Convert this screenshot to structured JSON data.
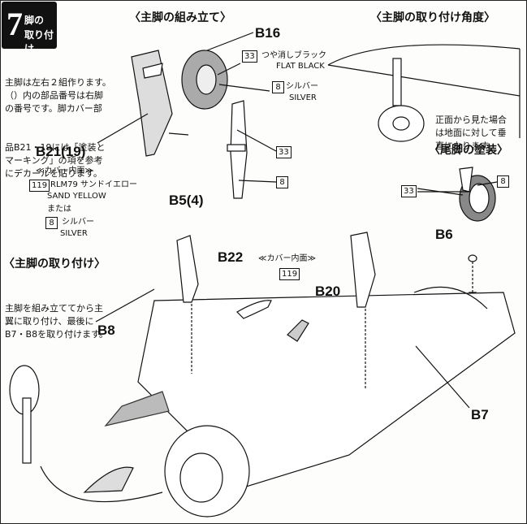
{
  "step": {
    "number": "7",
    "title_line1": "脚の",
    "title_line2": "取り付け"
  },
  "sections": {
    "main_gear_assembly": "〈主脚の組み立て〉",
    "main_gear_angle": "〈主脚の取り付け角度〉",
    "tail_wheel_paint": "〈尾脚の塗装〉",
    "main_gear_install": "〈主脚の取り付け〉"
  },
  "notes": {
    "assembly": [
      "主脚は左右２組作ります。",
      "（）内の部品番号は右脚",
      "の番号です。脚カバー部",
      "品B21・19には「塗装と",
      "マーキング」の項を参考",
      "にデカールを貼ります。"
    ],
    "angle": [
      "正面から見た場合",
      "は地面に対して垂",
      "直になります。"
    ],
    "install": [
      "主脚を組み立ててから主",
      "翼に取り付け、最後に",
      "B7・B8を取り付けます。"
    ]
  },
  "parts": {
    "b16": "B16",
    "b21": "B21(19)",
    "b5": "B5(4)",
    "b6": "B6",
    "b8": "B8",
    "b22": "B22",
    "b20": "B20",
    "b7": "B7"
  },
  "colors": {
    "c33_num": "33",
    "c33_jp": "つや消しブラック",
    "c33_en": "FLAT BLACK",
    "c8_num": "8",
    "c8_jp": "シルバー",
    "c8_en": "SILVER",
    "c119_num": "119",
    "c119_jp": "RLM79 サンドイエロー",
    "c119_en": "SAND YELLOW",
    "or": "または",
    "cover_inside": "≪カバー内面≫"
  }
}
